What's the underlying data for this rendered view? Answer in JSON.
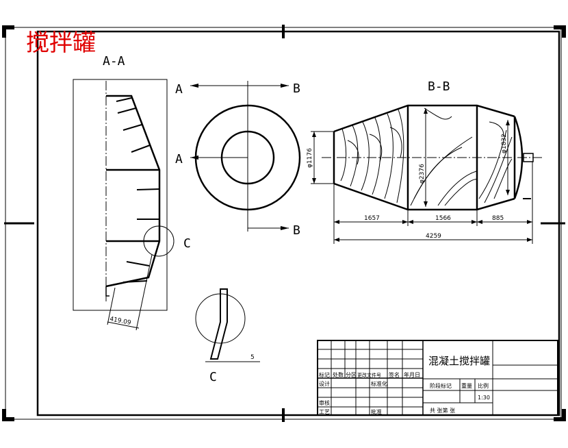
{
  "header": {
    "title": "搅拌罐"
  },
  "colors": {
    "title": "#e00000",
    "line": "#000000",
    "background": "#ffffff"
  },
  "views": {
    "section_aa": {
      "label": "A-A"
    },
    "section_bb": {
      "label": "B-B"
    },
    "detail_c": {
      "label": "C"
    },
    "cut_plane_a_top": "A",
    "cut_plane_a_mid": "A",
    "cut_plane_b_top": "B",
    "cut_plane_b_bottom": "B",
    "detail_marker_c": "C"
  },
  "dimensions": {
    "blade_offset": "419.09",
    "diameter_small": "φ1176",
    "diameter_mid": "φ2376",
    "diameter_end": "φ1832",
    "length_cone": "1657",
    "length_cylinder": "1566",
    "length_end": "885",
    "length_total": "4259",
    "detail_width": "5"
  },
  "title_block": {
    "drawing_name": "混凝土搅拌罐",
    "headers": [
      "标记",
      "处数",
      "分区",
      "更改文件号",
      "签名",
      "年月日"
    ],
    "design": "设计",
    "standardize": "标准化",
    "stage_mark": "阶段标记",
    "weight": "重量",
    "scale": "比例",
    "scale_value": "1:30",
    "review": "审核",
    "process": "工艺",
    "approve": "批准",
    "sheets": "共  张第  张"
  }
}
